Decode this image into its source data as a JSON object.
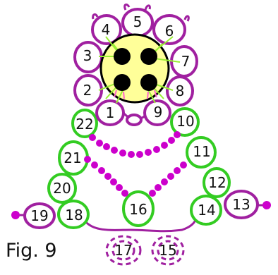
{
  "caption": "Fig. 9",
  "rings": [
    {
      "label": "1"
    },
    {
      "label": "2"
    },
    {
      "label": "3"
    },
    {
      "label": "4"
    },
    {
      "label": "5"
    },
    {
      "label": "6"
    },
    {
      "label": "7"
    },
    {
      "label": "8"
    },
    {
      "label": "9"
    },
    {
      "label": "10"
    },
    {
      "label": "11"
    },
    {
      "label": "12"
    },
    {
      "label": "13"
    },
    {
      "label": "14"
    },
    {
      "label": "15"
    },
    {
      "label": "16"
    },
    {
      "label": "17"
    },
    {
      "label": "18"
    },
    {
      "label": "19"
    },
    {
      "label": "20"
    },
    {
      "label": "21"
    },
    {
      "label": "22"
    }
  ],
  "colors": {
    "ring_purple": "#a020a0",
    "ring_green": "#33cc22",
    "bead": "#cc00cc",
    "center_fill": "#ffff99",
    "center_holes": "#000000",
    "thread": "#99ee33"
  }
}
